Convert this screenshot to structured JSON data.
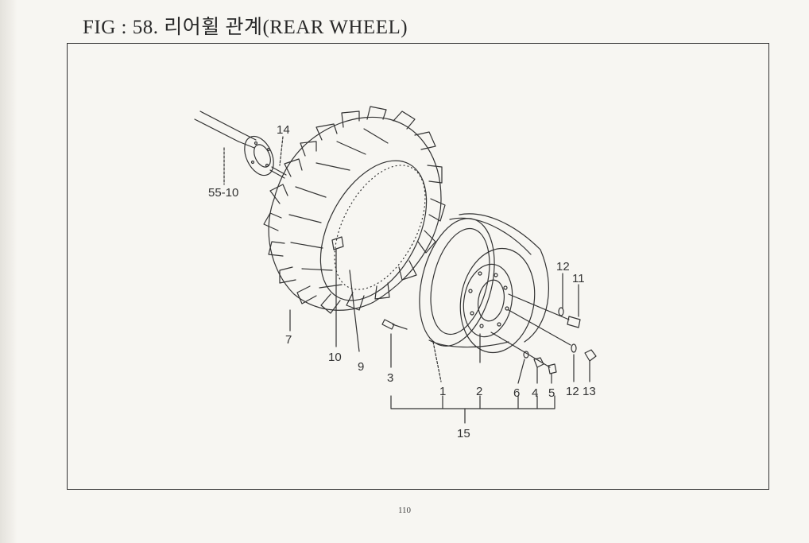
{
  "figure": {
    "title": "FIG : 58. 리어휠 관계(REAR WHEEL)",
    "page_number": "110"
  },
  "callouts": [
    {
      "id": "c1",
      "text": "1"
    },
    {
      "id": "c2",
      "text": "2"
    },
    {
      "id": "c3",
      "text": "3"
    },
    {
      "id": "c4",
      "text": "4"
    },
    {
      "id": "c5",
      "text": "5"
    },
    {
      "id": "c6",
      "text": "6"
    },
    {
      "id": "c7",
      "text": "7"
    },
    {
      "id": "c9",
      "text": "9"
    },
    {
      "id": "c10",
      "text": "10"
    },
    {
      "id": "c11",
      "text": "11"
    },
    {
      "id": "c12a",
      "text": "12"
    },
    {
      "id": "c12b",
      "text": "12"
    },
    {
      "id": "c13",
      "text": "13"
    },
    {
      "id": "c14",
      "text": "14"
    },
    {
      "id": "c15",
      "text": "15"
    },
    {
      "id": "c5510",
      "text": "55-10"
    }
  ]
}
